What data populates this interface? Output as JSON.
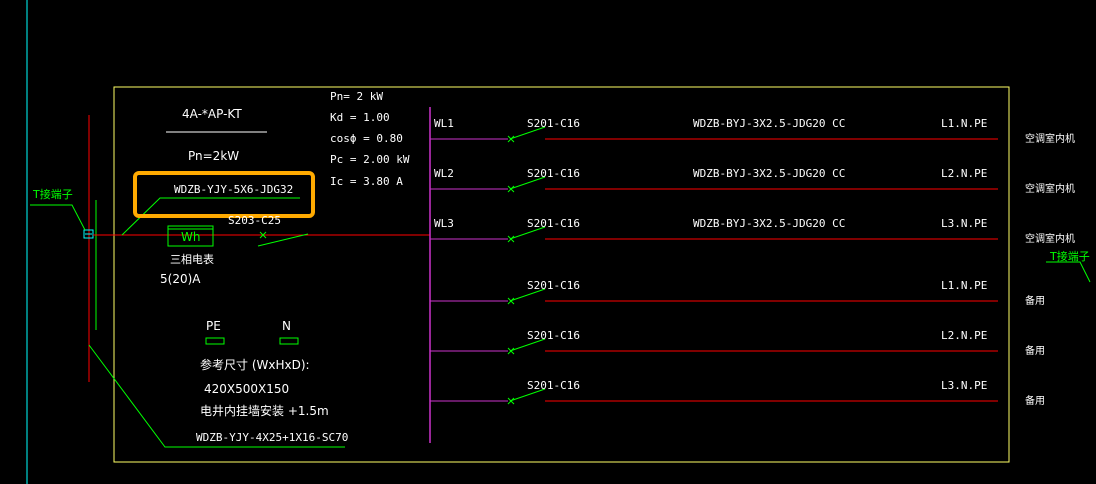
{
  "colors": {
    "background": "#000000",
    "frame": "#ffff66",
    "busbar": "#cc33cc",
    "line_red": "#ff0000",
    "green": "#00ff00",
    "cyan": "#00ffff",
    "highlight": "#ffaa00",
    "text": "#ffffff"
  },
  "panel": {
    "name": "4A-*AP-KT",
    "pn_total": "Pn=2kW",
    "incoming_cable": "WDZB-YJY-5X6-JDG32",
    "main_breaker": "S203-C25",
    "meter_label": "Wh",
    "meter_name": "三相电表",
    "meter_rating": "5(20)A",
    "pe_label": "PE",
    "n_label": "N",
    "size_title": "参考尺寸 (WxHxD):",
    "size_value": "420X500X150",
    "install_note": "电井内挂墙安装  +1.5m",
    "feeder_cable": "WDZB-YJY-4X25+1X16-SC70",
    "left_terminal": "T接端子",
    "right_terminal": "T接端子"
  },
  "calc": {
    "pn": "Pn= 2  kW",
    "kd": "Kd = 1.00",
    "cos": "cosϕ = 0.80",
    "pc": "Pc = 2.00  kW",
    "ic": "Ic = 3.80  A"
  },
  "circuits": [
    {
      "id": "WL1",
      "breaker": "S201-C16",
      "cable": "WDZB-BYJ-3X2.5-JDG20 CC",
      "phase": "L1.N.PE",
      "load": "空调室内机"
    },
    {
      "id": "WL2",
      "breaker": "S201-C16",
      "cable": "WDZB-BYJ-3X2.5-JDG20 CC",
      "phase": "L2.N.PE",
      "load": "空调室内机"
    },
    {
      "id": "WL3",
      "breaker": "S201-C16",
      "cable": "WDZB-BYJ-3X2.5-JDG20 CC",
      "phase": "L3.N.PE",
      "load": "空调室内机"
    },
    {
      "id": "",
      "breaker": "S201-C16",
      "cable": "",
      "phase": "L1.N.PE",
      "load": "备用"
    },
    {
      "id": "",
      "breaker": "S201-C16",
      "cable": "",
      "phase": "L2.N.PE",
      "load": "备用"
    },
    {
      "id": "",
      "breaker": "S201-C16",
      "cable": "",
      "phase": "L3.N.PE",
      "load": "备用"
    }
  ]
}
